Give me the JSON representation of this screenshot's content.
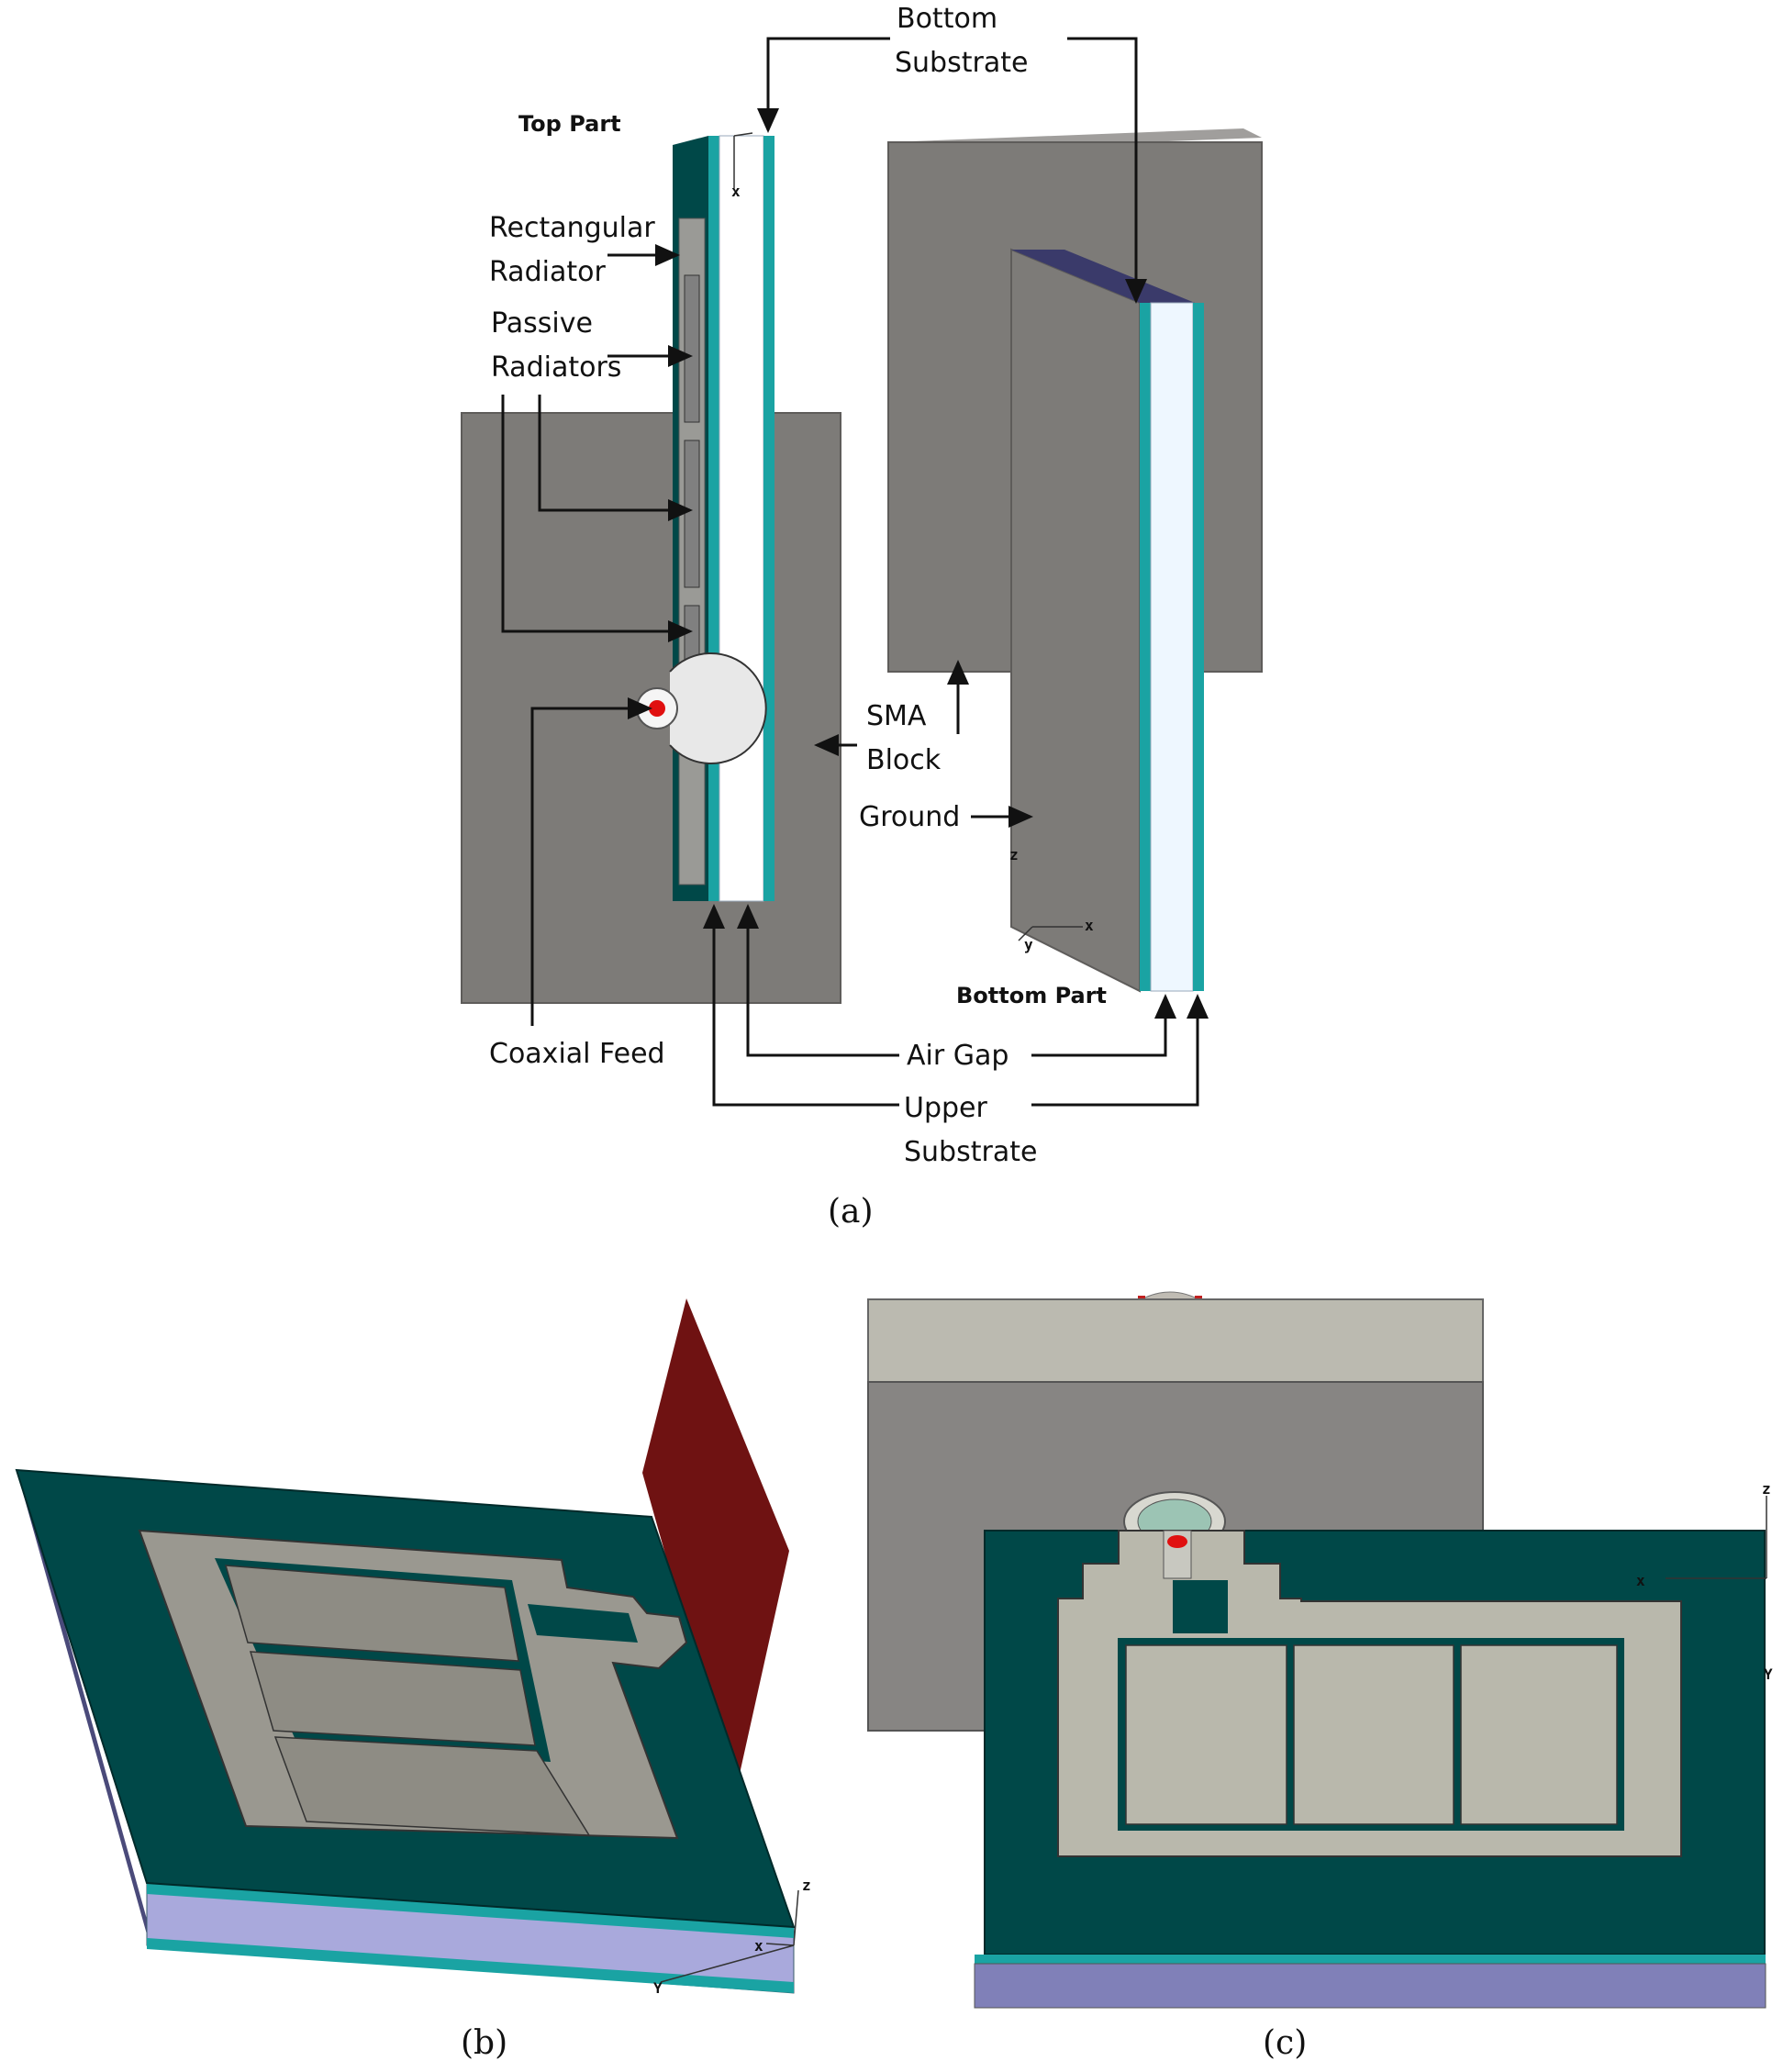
{
  "panel_a": {
    "labels": {
      "bottom_substrate_1": "Bottom",
      "bottom_substrate_2": "Substrate",
      "top_part": "Top Part",
      "rectangular_radiator_1": "Rectangular",
      "rectangular_radiator_2": "Radiator",
      "passive_radiators_1": "Passive",
      "passive_radiators_2": "Radiators",
      "sma_block_1": "SMA",
      "sma_block_2": "Block",
      "ground": "Ground",
      "bottom_part": "Bottom Part",
      "coaxial_feed": "Coaxial Feed",
      "air_gap": "Air Gap",
      "upper_substrate_1": "Upper",
      "upper_substrate_2": "Substrate"
    },
    "axes": {
      "x": "x",
      "y": "y",
      "z": "z"
    },
    "caption": "(a)"
  },
  "panel_b": {
    "axes": {
      "x": "x",
      "y": "Y",
      "z": "z"
    },
    "caption": "(b)"
  },
  "panel_c": {
    "axes": {
      "x": "x",
      "y": "Y",
      "z": "z"
    },
    "caption": "(c)"
  },
  "colors": {
    "substrate_teal": "#004848",
    "substrate_edge_cyan": "#1aa3a3",
    "air_gap_white": "#f4faff",
    "ground_gray": "#7d7b78",
    "sma_block_gray": "#8a8886",
    "radiator_gray": "#b9b8ac",
    "bottom_layer_blue": "#8080b8",
    "port_red": "#6f1212",
    "feed_red": "#e01010"
  }
}
